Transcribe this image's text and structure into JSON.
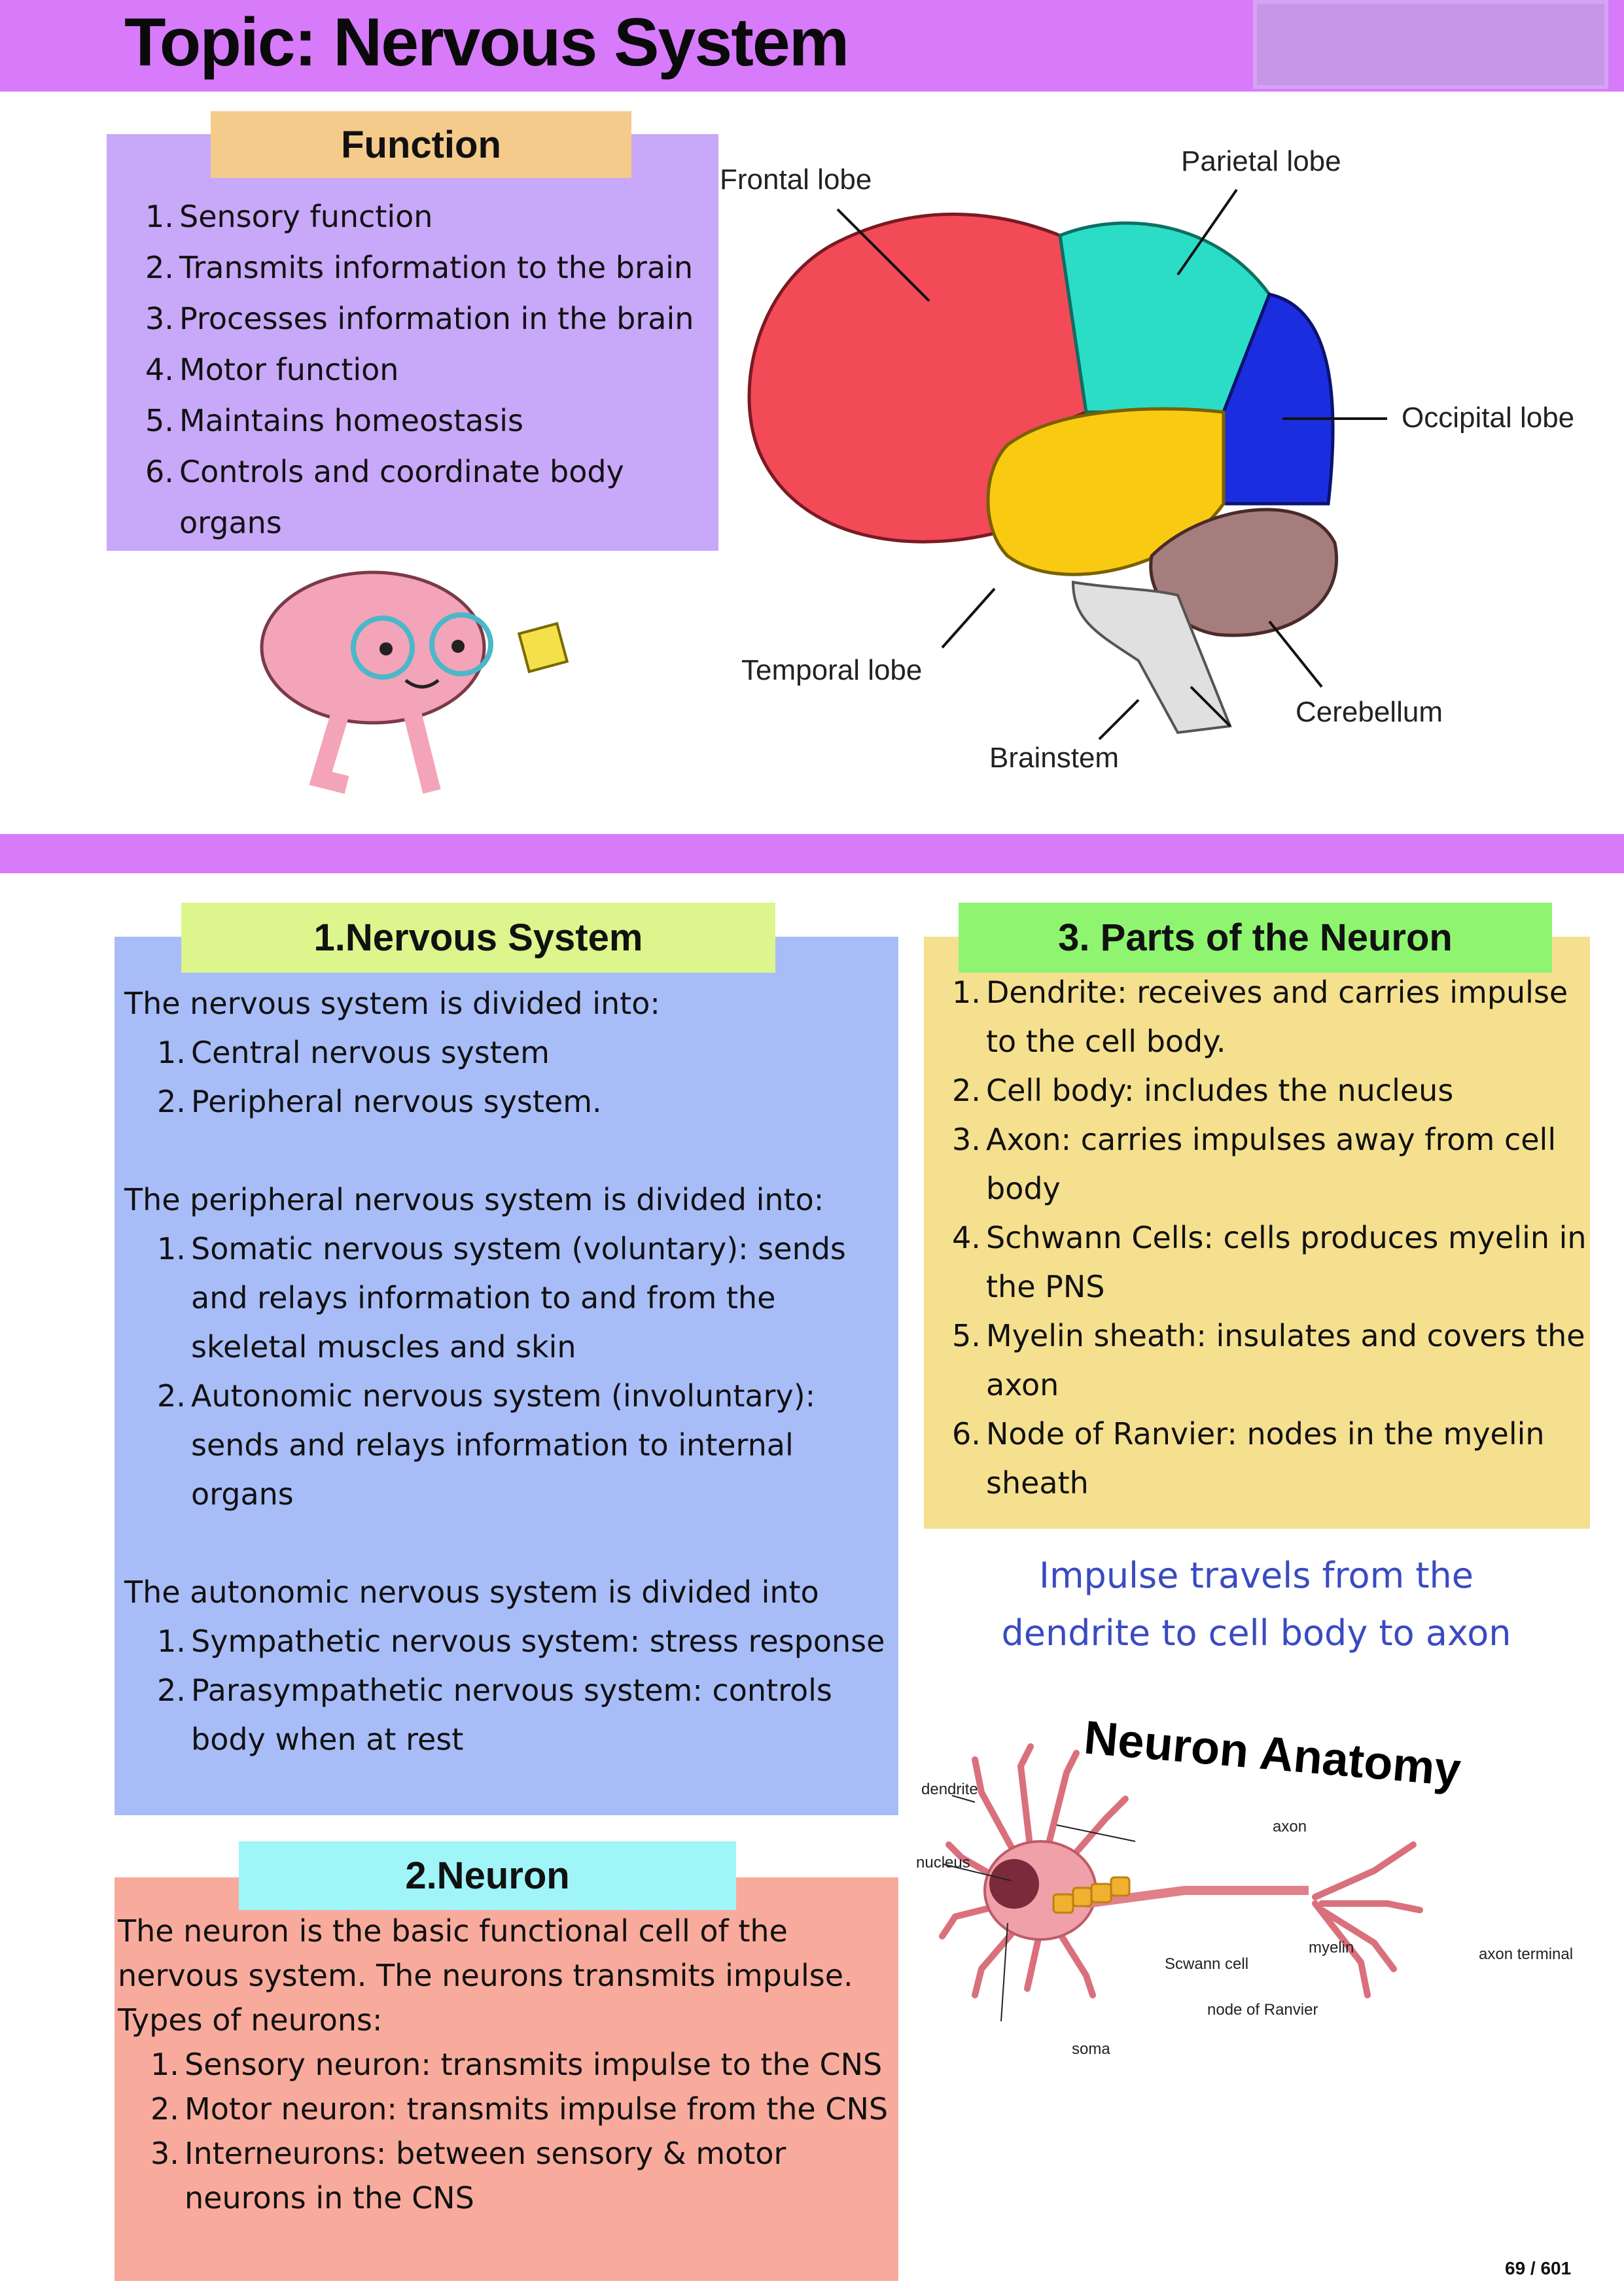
{
  "header": {
    "title": "Topic: Nervous System"
  },
  "function": {
    "label": "Function",
    "items": [
      "Sensory function",
      "Transmits information to the brain",
      "Processes information in the brain",
      "Motor function",
      "Maintains homeostasis",
      "Controls and coordinate body organs"
    ]
  },
  "brain_diagram": {
    "labels": {
      "frontal": "Frontal lobe",
      "parietal": "Parietal lobe",
      "occipital": "Occipital lobe",
      "temporal": "Temporal lobe",
      "cerebellum": "Cerebellum",
      "brainstem": "Brainstem"
    }
  },
  "section1": {
    "label": "1.Nervous System",
    "intro1": "The nervous system is divided into:",
    "list1": [
      "Central nervous system",
      "Peripheral nervous system."
    ],
    "intro2": "The peripheral nervous system is divided into:",
    "list2": [
      "Somatic nervous system (voluntary): sends and relays information to and  from the skeletal muscles and skin",
      "Autonomic nervous system (involuntary): sends and relays information to internal organs"
    ],
    "intro3": "The autonomic nervous system is divided into",
    "list3": [
      "Sympathetic nervous system: stress response",
      "Parasympathetic nervous system: controls body when at rest"
    ]
  },
  "section2": {
    "label": "2.Neuron",
    "intro": "The neuron is the basic functional cell of the nervous system. The neurons transmits impulse.",
    "intro2": "Types of neurons:",
    "list": [
      "Sensory neuron: transmits impulse to the CNS",
      "Motor neuron: transmits impulse from the CNS",
      "Interneurons: between sensory & motor neurons in the CNS"
    ]
  },
  "section3": {
    "label": "3. Parts of the Neuron",
    "list": [
      "Dendrite: receives and carries impulse to the cell body.",
      "Cell body: includes the nucleus",
      "Axon: carries impulses away from cell body",
      "Schwann Cells: cells produces myelin in the PNS",
      "Myelin sheath: insulates and covers the axon",
      "Node of Ranvier: nodes in the myelin sheath"
    ]
  },
  "impulse_note": "Impulse travels from the dendrite to cell body to axon",
  "neuron_diagram": {
    "title": "Neuron Anatomy",
    "labels": {
      "dendrite": "dendrite",
      "nucleus": "nucleus",
      "axon": "axon",
      "schwann": "Scwann cell",
      "myelin": "myelin",
      "node": "node of Ranvier",
      "terminal": "axon terminal",
      "soma": "soma"
    }
  },
  "page_number": "69 / 601",
  "colors": {
    "header": "#d77bfa",
    "function_box": "#c8a8f8",
    "section1": "#a8bdf8",
    "section2": "#f8ab9c",
    "section3": "#f5e08f",
    "impulse_text": "#3a4bc0"
  }
}
